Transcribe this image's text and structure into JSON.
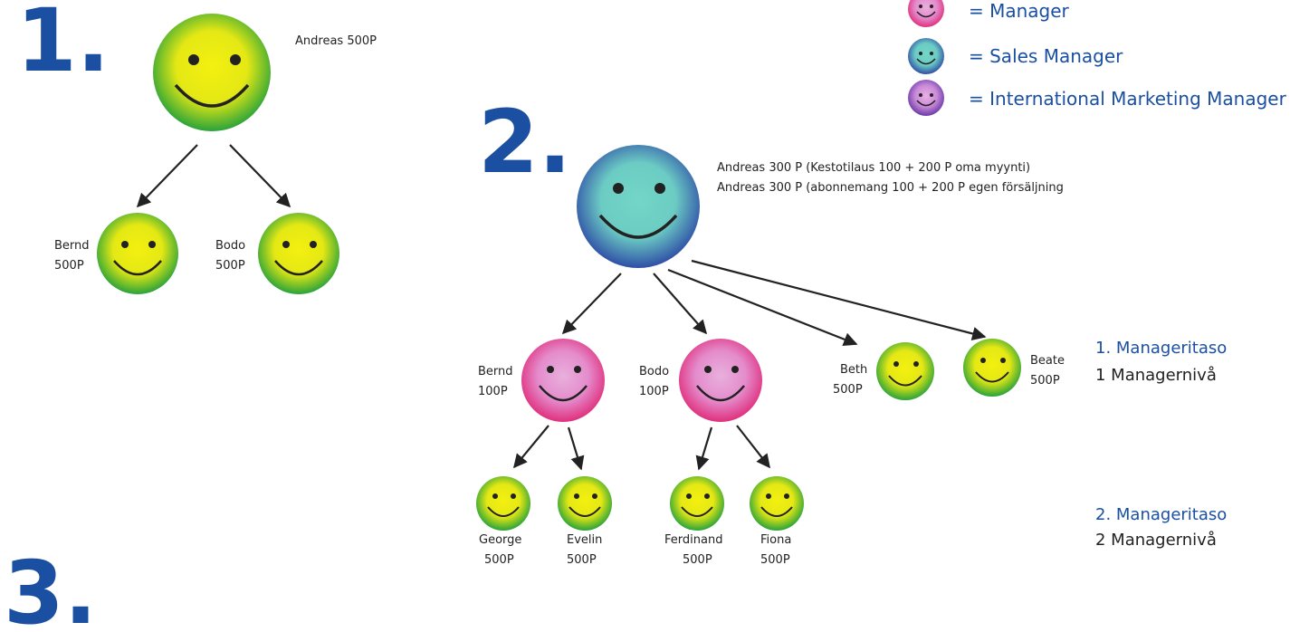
{
  "section_numbers": {
    "one": "1.",
    "two": "2.",
    "three": "3."
  },
  "legend": {
    "manager": "= Manager",
    "sales_manager": "= Sales Manager",
    "intl_marketing_manager": "= International Marketing Manager"
  },
  "section1": {
    "root": "Andreas 500P",
    "bernd": {
      "name": "Bernd",
      "points": "500P"
    },
    "bodo": {
      "name": "Bodo",
      "points": "500P"
    }
  },
  "section2": {
    "root_line1": "Andreas 300 P (Kestotilaus 100 + 200 P oma myynti)",
    "root_line2": "Andreas 300 P (abonnemang 100 + 200 P egen försäljning",
    "bernd": {
      "name": "Bernd",
      "points": "100P"
    },
    "bodo": {
      "name": "Bodo",
      "points": "100P"
    },
    "beth": {
      "name": "Beth",
      "points": "500P"
    },
    "beate": {
      "name": "Beate",
      "points": "500P"
    },
    "george": {
      "name": "George",
      "points": "500P"
    },
    "evelin": {
      "name": "Evelin",
      "points": "500P"
    },
    "ferdinand": {
      "name": "Ferdinand",
      "points": "500P"
    },
    "fiona": {
      "name": "Fiona",
      "points": "500P"
    }
  },
  "levels": {
    "level1_fi": "1. Manageritaso",
    "level1_sv": "1 Managernivå",
    "level2_fi": "2. Manageritaso",
    "level2_sv": "2 Managernivå"
  },
  "colors": {
    "green_center": "#f2ee10",
    "green_edge": "#2aa33a",
    "pink_center": "#e6a8d6",
    "pink_edge": "#e0307e",
    "teal_center": "#6fd4c4",
    "teal_edge": "#2f4fa6",
    "purple_center": "#e8a0e0",
    "purple_edge": "#6a3aa8",
    "title_blue": "#1a4fa1"
  }
}
